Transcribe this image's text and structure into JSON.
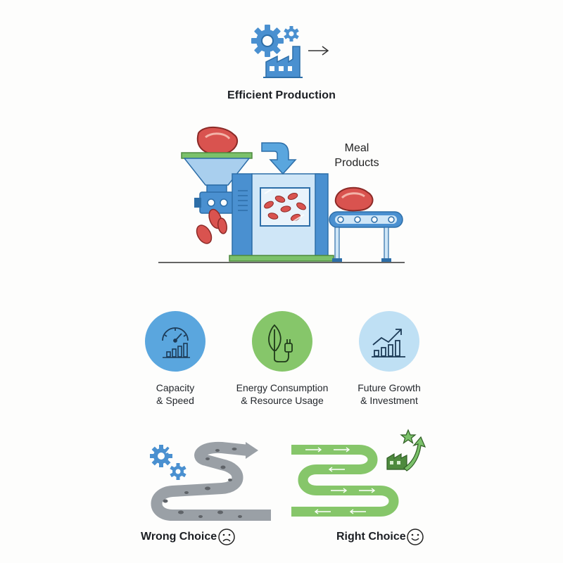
{
  "header": {
    "title": "Efficient Production",
    "icons": [
      "gears-icon",
      "factory-icon",
      "arrow-right-icon"
    ]
  },
  "machine": {
    "label_line1": "Meal",
    "label_line2": "Products",
    "icons": [
      "meat-icon",
      "funnel-hopper",
      "processing-chamber",
      "conveyor-belt",
      "curved-arrow-down-icon"
    ]
  },
  "factors": [
    {
      "line1": "Capacity",
      "line2": "& Speed",
      "icon": "speedometer-icon",
      "color": "#5aa6de"
    },
    {
      "line1": "Energy Consumption",
      "line2": "& Resource Usage",
      "icon": "leaf-plug-icon",
      "color": "#86c66a"
    },
    {
      "line1": "Future Growth",
      "line2": "& Investment",
      "icon": "growth-chart-icon",
      "color": "#bfe0f4"
    }
  ],
  "choices": {
    "wrong": {
      "label": "Wrong Choice",
      "face": "sad-face-icon"
    },
    "right": {
      "label": "Right Choice",
      "face": "smile-face-icon"
    }
  },
  "colors": {
    "blue": "#4a90d0",
    "dark_blue": "#2d6ea8",
    "green": "#7bc16a",
    "meat": "#d9534f",
    "road_gray": "#9aa0a6"
  }
}
